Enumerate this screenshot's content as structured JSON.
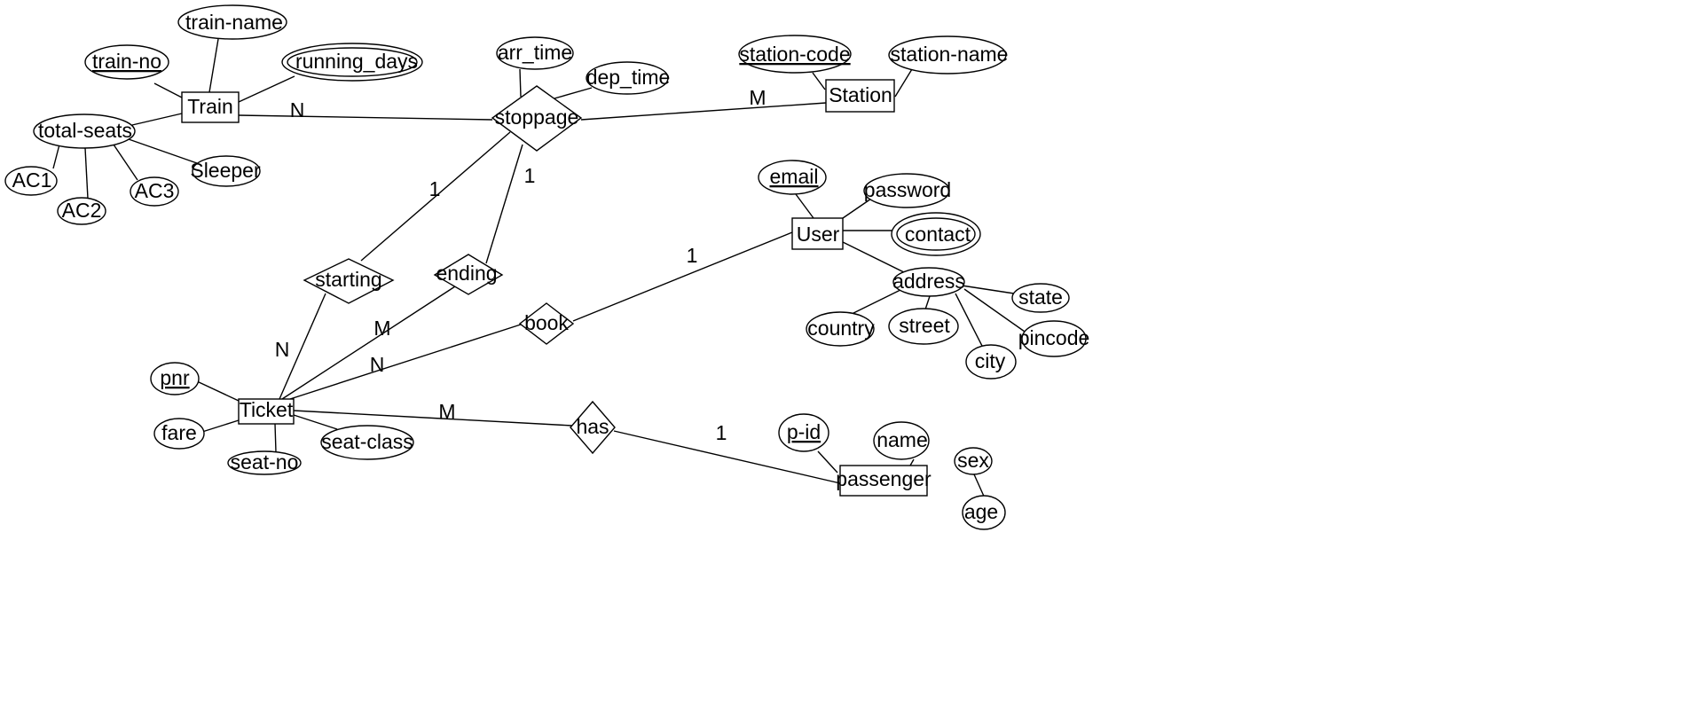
{
  "entities": [
    {
      "id": "train",
      "label": "Train"
    },
    {
      "id": "station",
      "label": "Station"
    },
    {
      "id": "user",
      "label": "User"
    },
    {
      "id": "ticket",
      "label": "Ticket"
    },
    {
      "id": "passenger",
      "label": "passenger"
    }
  ],
  "relationships": [
    {
      "id": "stoppage",
      "label": "stoppage"
    },
    {
      "id": "starting",
      "label": "starting"
    },
    {
      "id": "ending",
      "label": "ending"
    },
    {
      "id": "book",
      "label": "book"
    },
    {
      "id": "has",
      "label": "has"
    }
  ],
  "attributes": [
    {
      "id": "train-name",
      "label": "train-name"
    },
    {
      "id": "train-no",
      "label": "train-no",
      "key": true
    },
    {
      "id": "running-days",
      "label": "running_days",
      "multivalued": true
    },
    {
      "id": "total-seats",
      "label": "total-seats"
    },
    {
      "id": "ac1",
      "label": "AC1"
    },
    {
      "id": "ac2",
      "label": "AC2"
    },
    {
      "id": "ac3",
      "label": "AC3"
    },
    {
      "id": "sleeper",
      "label": "Sleeper"
    },
    {
      "id": "arr-time",
      "label": "arr_time"
    },
    {
      "id": "dep-time",
      "label": "dep_time"
    },
    {
      "id": "station-code",
      "label": "station-code",
      "key": true
    },
    {
      "id": "station-name",
      "label": "station-name"
    },
    {
      "id": "email",
      "label": "email",
      "key": true
    },
    {
      "id": "password",
      "label": "password"
    },
    {
      "id": "contact",
      "label": "contact",
      "multivalued": true
    },
    {
      "id": "address",
      "label": "address"
    },
    {
      "id": "state",
      "label": "state"
    },
    {
      "id": "country",
      "label": "country"
    },
    {
      "id": "street",
      "label": "street"
    },
    {
      "id": "pincode",
      "label": "pincode"
    },
    {
      "id": "city",
      "label": "city"
    },
    {
      "id": "pnr",
      "label": "pnr",
      "key": true
    },
    {
      "id": "fare",
      "label": "fare"
    },
    {
      "id": "seat-no",
      "label": "seat-no"
    },
    {
      "id": "seat-class",
      "label": "seat-class"
    },
    {
      "id": "p-id",
      "label": "p-id",
      "key": true
    },
    {
      "id": "name",
      "label": "name"
    },
    {
      "id": "sex",
      "label": "sex"
    },
    {
      "id": "age",
      "label": "age"
    }
  ],
  "cardinalities": [
    {
      "id": "train-stoppage",
      "label": "N"
    },
    {
      "id": "station-stoppage",
      "label": "M"
    },
    {
      "id": "starting-stoppage",
      "label": "1"
    },
    {
      "id": "ending-stoppage",
      "label": "1"
    },
    {
      "id": "ticket-starting",
      "label": "N"
    },
    {
      "id": "ticket-ending",
      "label": "M"
    },
    {
      "id": "user-book",
      "label": "1"
    },
    {
      "id": "ticket-book",
      "label": "N"
    },
    {
      "id": "ticket-has",
      "label": "M"
    },
    {
      "id": "passenger-has",
      "label": "1"
    }
  ]
}
